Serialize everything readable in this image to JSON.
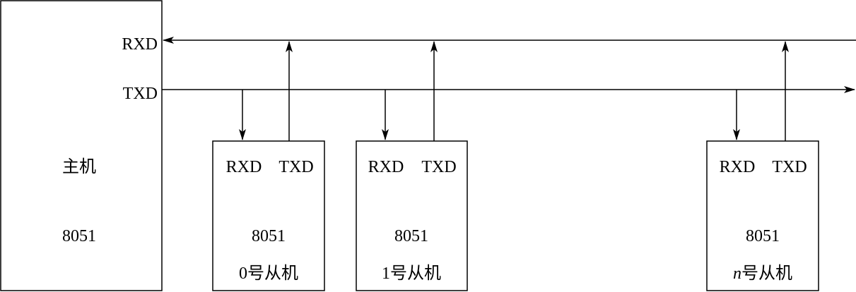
{
  "master": {
    "rxd_label": "RXD",
    "txd_label": "TXD",
    "name": "主机",
    "chip": "8051"
  },
  "slaves": [
    {
      "rxd_label": "RXD",
      "txd_label": "TXD",
      "chip": "8051",
      "prefix": "0",
      "suffix": "号从机"
    },
    {
      "rxd_label": "RXD",
      "txd_label": "TXD",
      "chip": "8051",
      "prefix": "1",
      "suffix": "号从机"
    },
    {
      "rxd_label": "RXD",
      "txd_label": "TXD",
      "chip": "8051",
      "prefix": "n",
      "suffix": "号从机"
    }
  ]
}
